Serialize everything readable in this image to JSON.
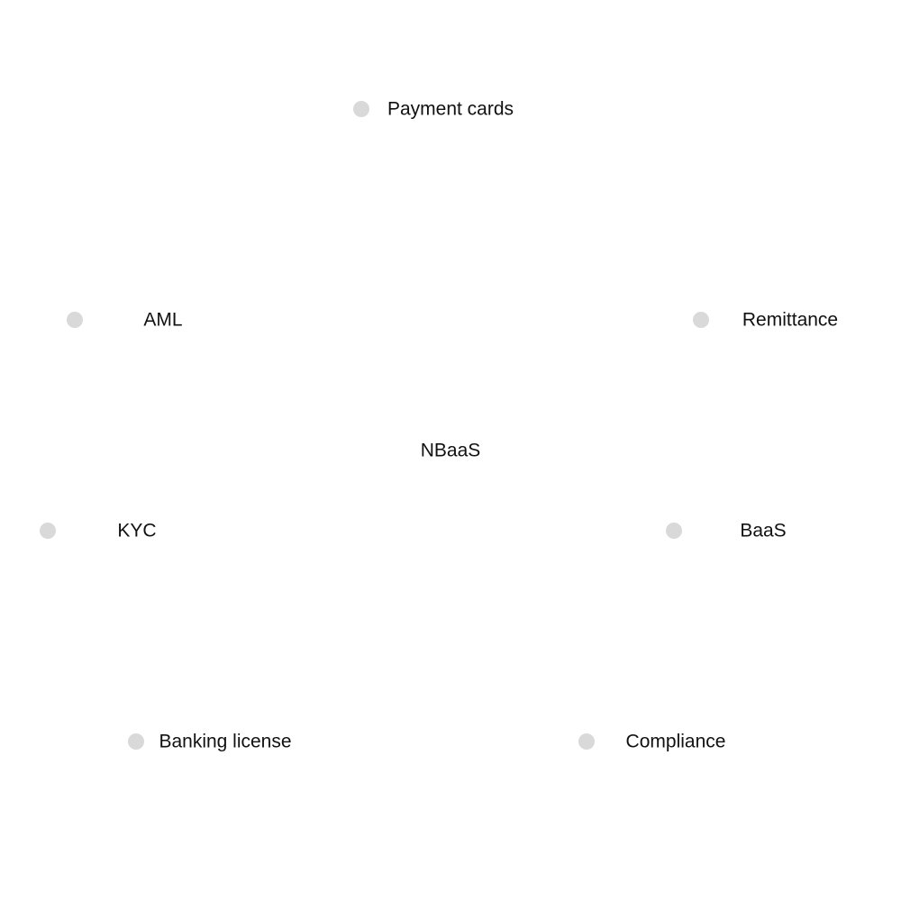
{
  "colors": {
    "dot": "#d9d9d9",
    "text": "#111111",
    "background": "#ffffff"
  },
  "center": {
    "label": "NBaaS"
  },
  "nodes": {
    "payment_cards": "Payment cards",
    "aml": "AML",
    "remittance": "Remittance",
    "kyc": "KYC",
    "baas": "BaaS",
    "banking_license": "Banking license",
    "compliance": "Compliance"
  }
}
